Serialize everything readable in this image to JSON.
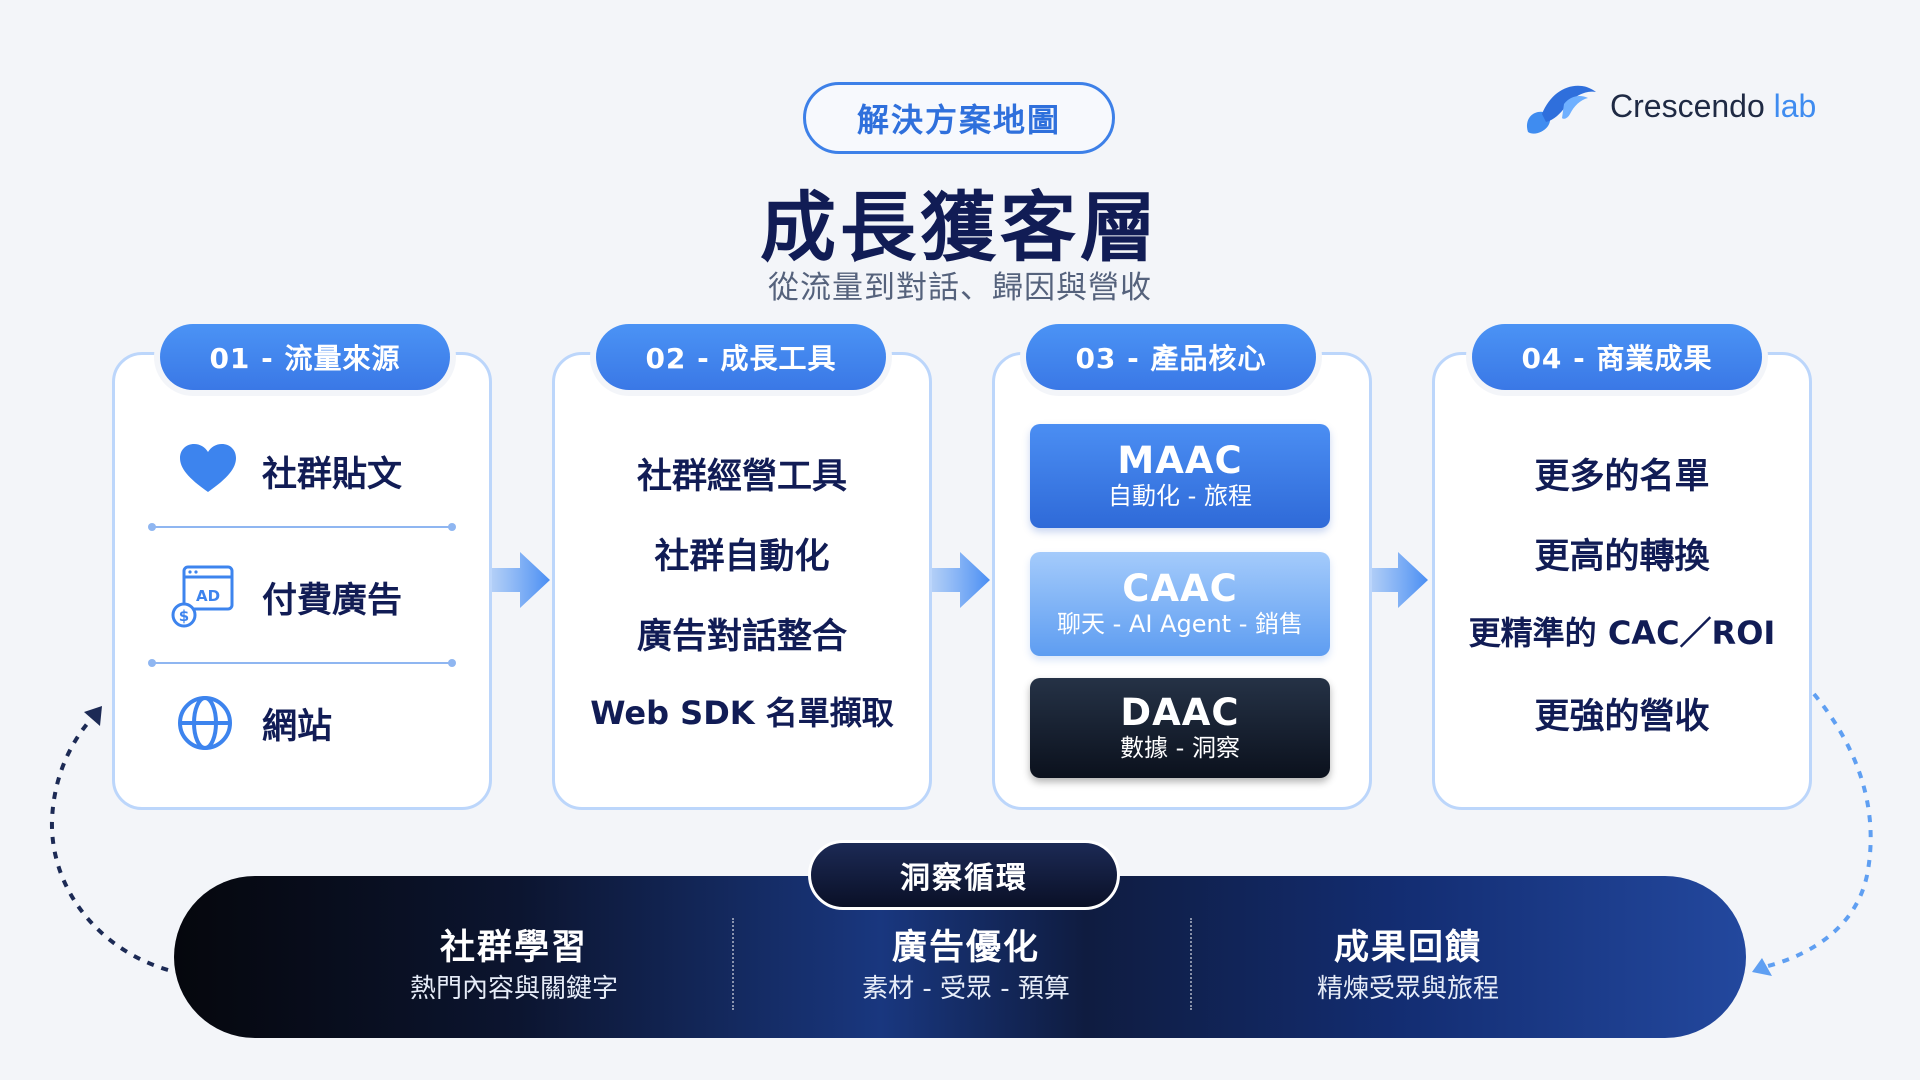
{
  "header": {
    "badge": "解決方案地圖",
    "title": "成長獲客層",
    "subtitle": "從流量到對話、歸因與營收"
  },
  "logo": {
    "brand": "Crescendo",
    "suffix": "lab"
  },
  "stages": [
    {
      "label": "01 - 流量來源",
      "items": [
        {
          "icon": "heart-icon",
          "text": "社群貼文"
        },
        {
          "icon": "ad-icon",
          "text": "付費廣告"
        },
        {
          "icon": "globe-icon",
          "text": "網站"
        }
      ]
    },
    {
      "label": "02 - 成長工具",
      "items": [
        "社群經營工具",
        "社群自動化",
        "廣告對話整合",
        "Web SDK 名單擷取"
      ]
    },
    {
      "label": "03 - 產品核心",
      "products": [
        {
          "name": "MAAC",
          "desc": "自動化 - 旅程"
        },
        {
          "name": "CAAC",
          "desc": "聊天 - AI Agent - 銷售"
        },
        {
          "name": "DAAC",
          "desc": "數據 - 洞察"
        }
      ]
    },
    {
      "label": "04 - 商業成果",
      "items": [
        "更多的名單",
        "更高的轉換",
        "更精準的 CAC／ROI",
        "更強的營收"
      ]
    }
  ],
  "insight_loop": {
    "label": "洞察循環",
    "columns": [
      {
        "title": "社群學習",
        "desc": "熱門內容與關鍵字"
      },
      {
        "title": "廣告優化",
        "desc": "素材 - 受眾 - 預算"
      },
      {
        "title": "成果回饋",
        "desc": "精煉受眾與旅程"
      }
    ]
  },
  "colors": {
    "accent": "#3d80e8",
    "navy": "#111c55",
    "card_border": "#bcd6fb",
    "background": "#f3f5f9"
  }
}
